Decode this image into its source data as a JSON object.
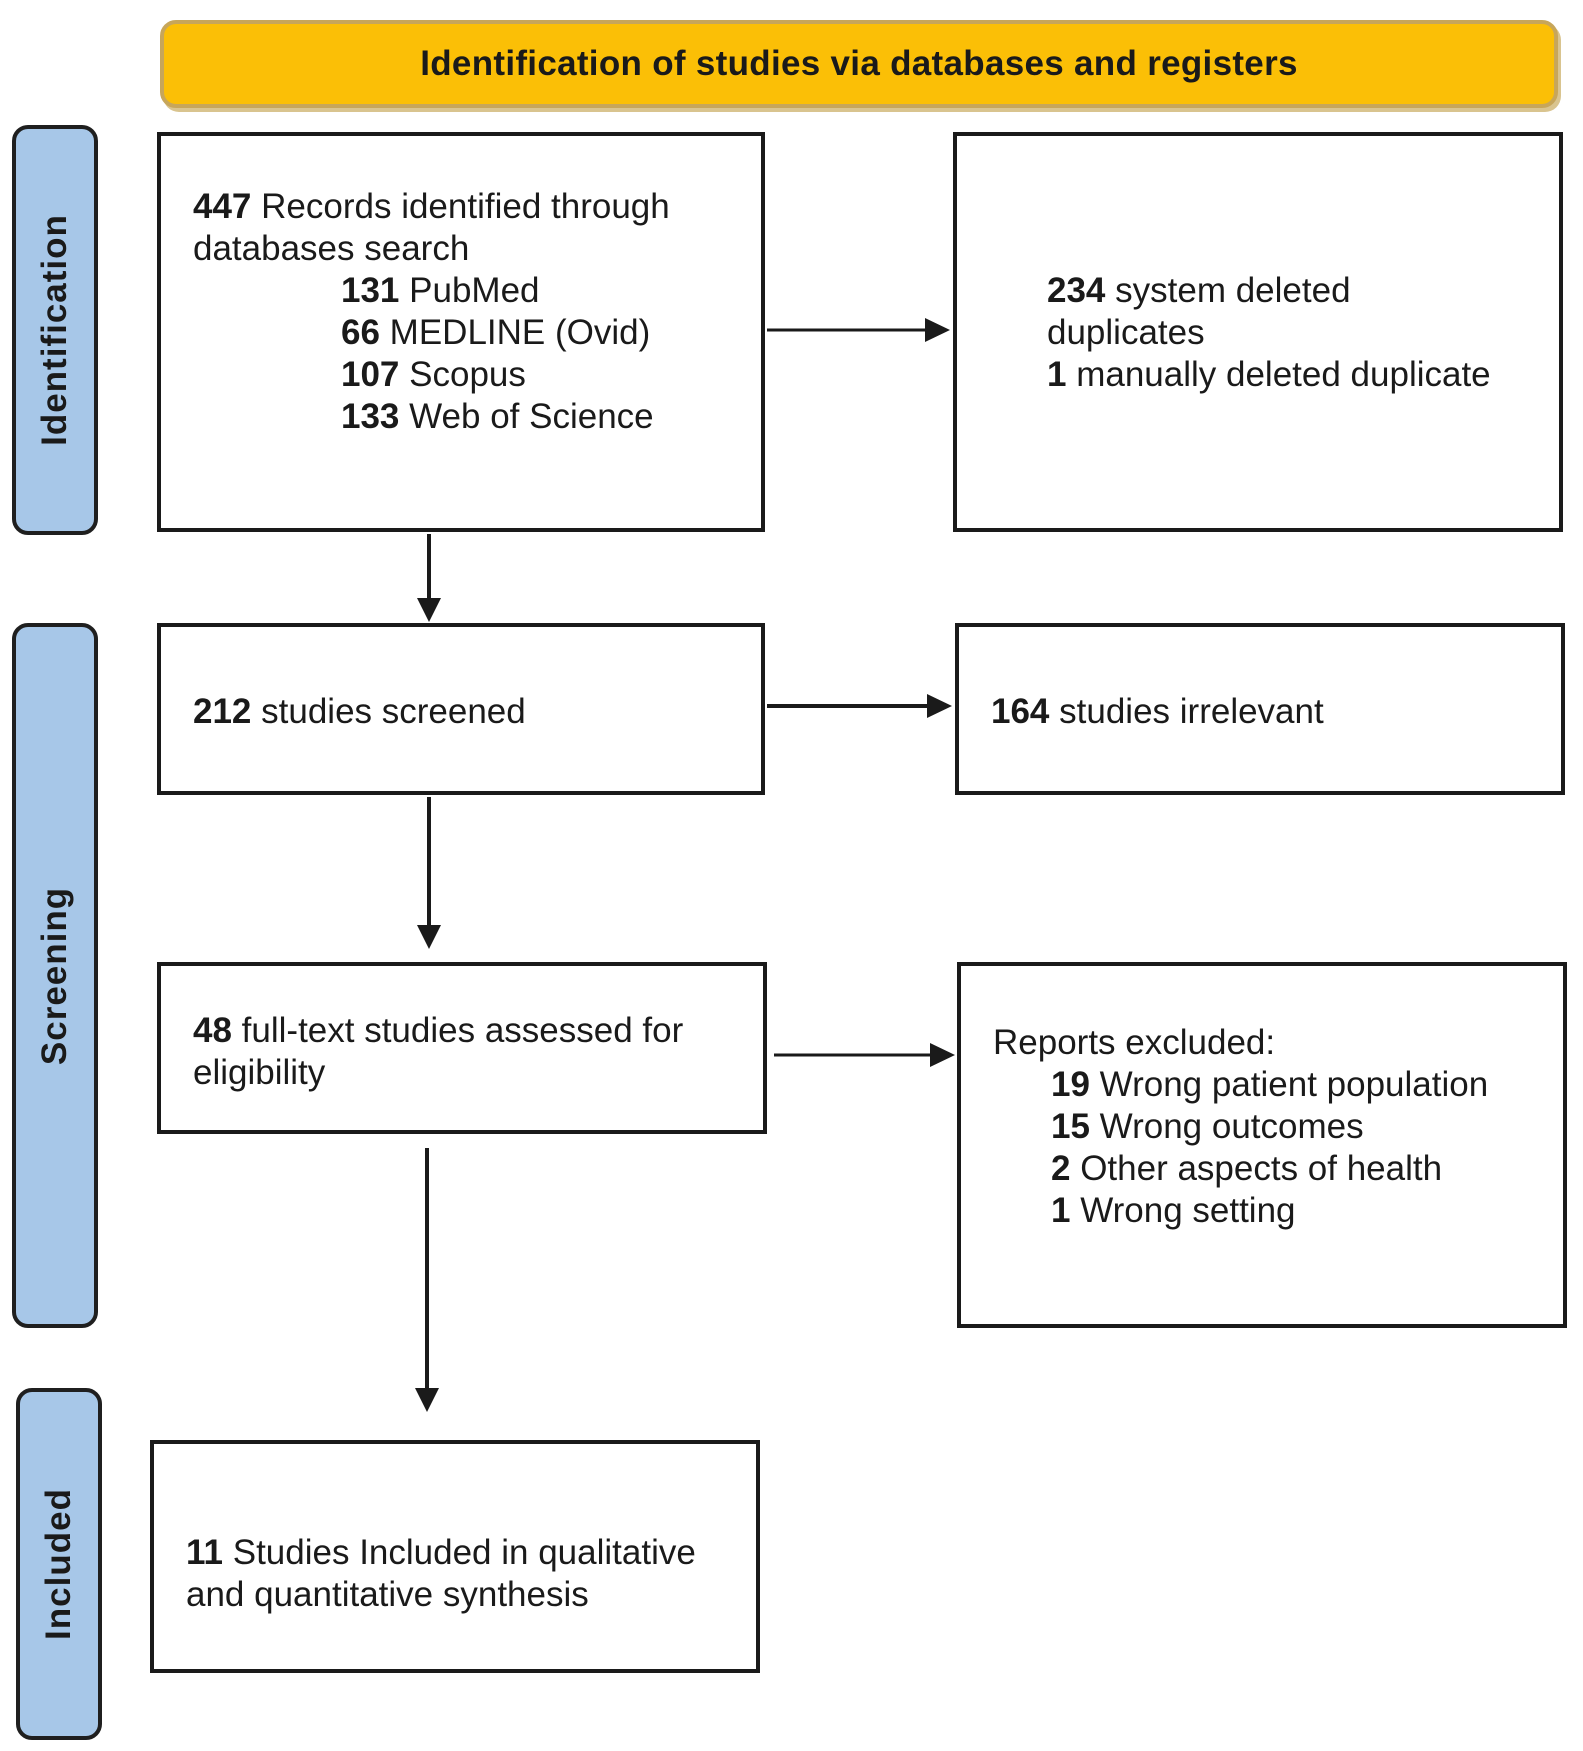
{
  "header": {
    "title": "Identification of studies via databases and registers"
  },
  "phases": {
    "identification": "Identification",
    "screening": "Screening",
    "included": "Included"
  },
  "records": {
    "total_count": "447",
    "total_text_1": "Records identified through",
    "total_text_2": "databases search",
    "sources": [
      {
        "count": "131",
        "label": "PubMed"
      },
      {
        "count": "66",
        "label": "MEDLINE (Ovid)"
      },
      {
        "count": "107",
        "label": "Scopus"
      },
      {
        "count": "133",
        "label": "Web of Science"
      }
    ]
  },
  "duplicates": {
    "system_count": "234",
    "system_text_1": "system deleted",
    "system_text_2": "duplicates",
    "manual_count": "1",
    "manual_text": "manually deleted duplicate"
  },
  "screened": {
    "count": "212",
    "text": "studies screened"
  },
  "irrelevant": {
    "count": "164",
    "text": "studies irrelevant"
  },
  "fulltext": {
    "count": "48",
    "text_1": "full-text studies assessed for",
    "text_2": "eligibility"
  },
  "excluded": {
    "heading": "Reports excluded:",
    "reasons": [
      {
        "count": "19",
        "label": "Wrong patient population"
      },
      {
        "count": "15",
        "label": "Wrong outcomes"
      },
      {
        "count": "2",
        "label": "Other aspects of health"
      },
      {
        "count": "1",
        "label": "Wrong setting"
      }
    ]
  },
  "included": {
    "count": "11",
    "text_1": "Studies Included in qualitative",
    "text_2": "and quantitative synthesis"
  }
}
